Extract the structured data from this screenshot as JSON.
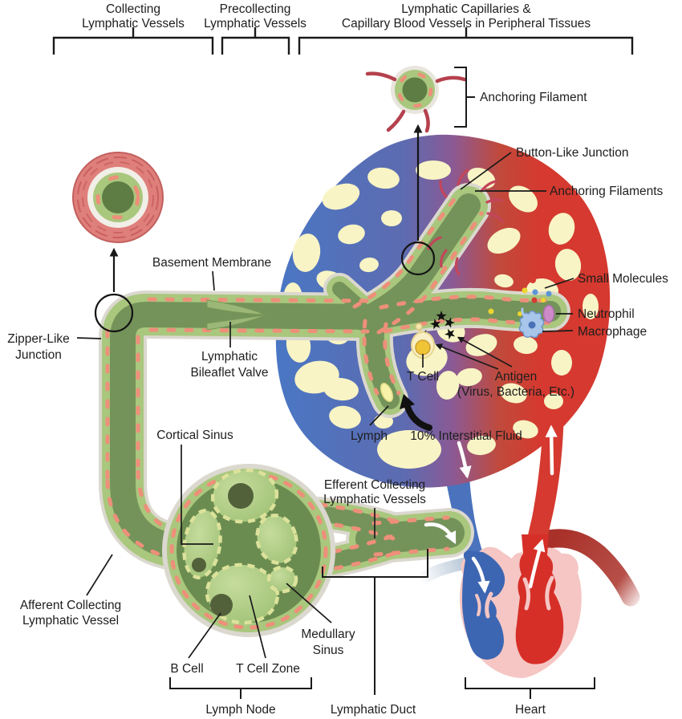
{
  "figure_title": "Lymphatic system schematic",
  "top_brackets": {
    "collecting": [
      "Collecting",
      "Lymphatic Vessels"
    ],
    "precollecting": [
      "Precollecting",
      "Lymphatic Vessels"
    ],
    "capillaries": [
      "Lymphatic Capillaries &",
      "Capillary Blood Vessels in Peripheral Tissues"
    ]
  },
  "labels": {
    "anchoring_filament": "Anchoring Filament",
    "button_like_junction": "Button-Like Junction",
    "anchoring_filaments": "Anchoring Filaments",
    "small_molecules": "Small Molecules",
    "neutrophil": "Neutrophil",
    "macrophage": "Macrophage",
    "basement_membrane": "Basement Membrane",
    "zipper_like_junction": [
      "Zipper-Like",
      "Junction"
    ],
    "lymphatic_bileaflet_valve": [
      "Lymphatic",
      "Bileaflet Valve"
    ],
    "t_cell": "T Cell",
    "antigen": [
      "Antigen",
      "(Virus, Bacteria, Etc.)"
    ],
    "lymph": "Lymph",
    "interstitial_fluid": "10% Interstitial Fluid",
    "cortical_sinus": "Cortical Sinus",
    "efferent_collecting": [
      "Efferent Collecting",
      "Lymphatic Vessels"
    ],
    "afferent_collecting": [
      "Afferent Collecting",
      "Lymphatic Vessel"
    ],
    "b_cell": "B Cell",
    "t_cell_zone": "T Cell Zone",
    "medullary_sinus": [
      "Medullary",
      "Sinus"
    ],
    "lymph_node": "Lymph Node",
    "lymphatic_duct": "Lymphatic Duct",
    "heart": "Heart"
  },
  "colors": {
    "text": "#1e1e1e",
    "vessel_lumen_green": "#74935a",
    "vessel_cell_green": "#a9c77d",
    "vessel_nucleus_salmon": "#ee8f7a",
    "vessel_halo_gray": "#dbd8cf",
    "bed_blue": "#4a77c4",
    "bed_purple": "#8a5a95",
    "bed_red": "#d5392f",
    "interstitium_cream": "#f8f4c5",
    "vein_blue": "#4a72bd",
    "artery_red": "#d5392f",
    "heart_pink": "#f5c6c4",
    "heart_blue": "#3c66b2",
    "heart_red": "#d62f28",
    "node_interior_green": "#6b8c50",
    "node_lobe_green": "#a9ca7e",
    "node_follicle_dark": "#53613b",
    "t_cell_yellow": "#f0c437",
    "neutrophil_purple": "#cd8cc9",
    "macrophage_blue": "#a8c6ea",
    "molecule_red": "#d63b32",
    "molecule_yellow": "#ecd52f",
    "molecule_blue": "#5b95d6",
    "anchoring_filament_red": "#b5414d",
    "lymph_yellow": "#f7f2a8"
  }
}
